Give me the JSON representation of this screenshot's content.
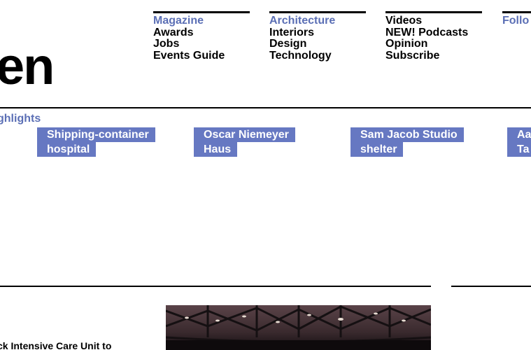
{
  "logo": {
    "fragment": "en"
  },
  "nav": {
    "col1": [
      "Magazine",
      "Awards",
      "Jobs",
      "Events Guide"
    ],
    "col2": [
      "Architecture",
      "Interiors",
      "Design",
      "Technology"
    ],
    "col3": [
      "Videos",
      "NEW! Podcasts",
      "Opinion",
      "Subscribe"
    ],
    "col4": [
      "Follo"
    ]
  },
  "highlights": {
    "label": "ghlights",
    "items": [
      {
        "line1": "Shipping-container",
        "line2": "hospital"
      },
      {
        "line1": "Oscar Niemeyer",
        "line2": "Haus"
      },
      {
        "line1": "Sam Jacob Studio",
        "line2": "shelter"
      },
      {
        "line1": "Aa",
        "line2": "Ta"
      }
    ]
  },
  "story": {
    "text": "ck Intensive Care Unit to"
  },
  "colors": {
    "accent": "#5b6fb5",
    "highlight_bg": "#6678c2",
    "rule": "#000000"
  }
}
